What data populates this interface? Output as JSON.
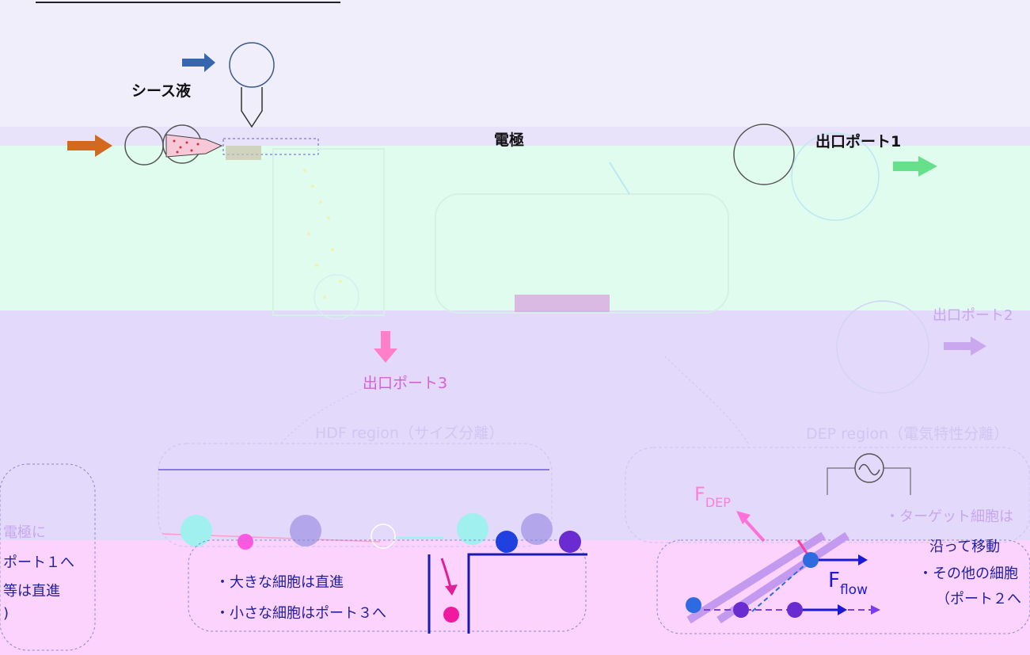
{
  "labels": {
    "sheath": "シース液",
    "electrode": "電極",
    "outlet1": "出口ポート1",
    "outlet2": "出口ポート2",
    "outlet3": "出口ポート3",
    "hdf_region": "HDF region（サイズ分離）",
    "dep_region": "DEP region（電気特性分離）"
  },
  "left_box": {
    "line1": "電極に",
    "line2": "ポート１へ",
    "line3": "等は直進",
    "line4": ")"
  },
  "hdf_box": {
    "line1": "・大きな細胞は直進",
    "line2": "・小さな細胞はポート３へ"
  },
  "dep_box": {
    "line1": "・ターゲット細胞は",
    "line2": "沿って移動",
    "line3": "・その他の細胞",
    "line4": "（ポート２へ"
  },
  "forces": {
    "fdep_main": "F",
    "fdep_sub": "DEP",
    "fflow_main": "F",
    "fflow_sub": "flow"
  },
  "colors": {
    "band_lavender": "#e8dcfc",
    "band_cyan": "#dcfcf0",
    "band_pink": "#fcd4fc",
    "band_top": "#f0eefc",
    "label_pink": "#e050e0",
    "dark_blue": "#1a3cf0",
    "purple": "#7a3cf0"
  }
}
